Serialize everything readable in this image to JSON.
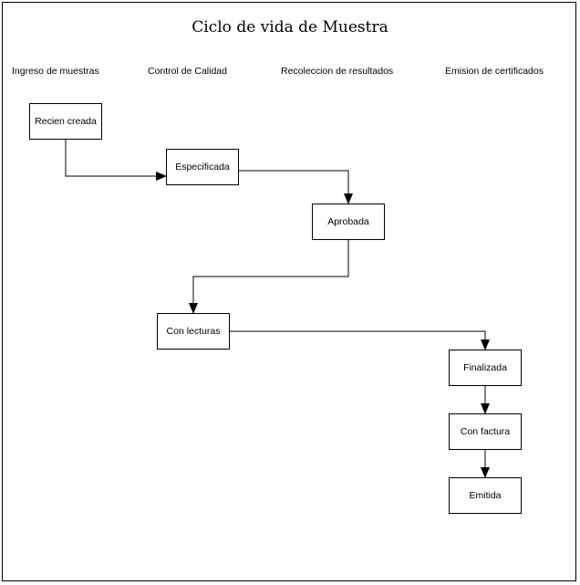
{
  "diagram": {
    "title": "Ciclo de vida de Muestra",
    "lanes": [
      "Ingreso de muestras",
      "Control de Calidad",
      "Recoleccion de resultados",
      "Emision de certificados"
    ],
    "nodes": [
      "Recien creada",
      "Especificada",
      "Aprobada",
      "Con lecturas",
      "Finalizada",
      "Con factura",
      "Emitida"
    ],
    "edges": [
      [
        "Recien creada",
        "Especificada"
      ],
      [
        "Especificada",
        "Aprobada"
      ],
      [
        "Aprobada",
        "Con lecturas"
      ],
      [
        "Con lecturas",
        "Finalizada"
      ],
      [
        "Finalizada",
        "Con factura"
      ],
      [
        "Con factura",
        "Emitida"
      ]
    ]
  }
}
